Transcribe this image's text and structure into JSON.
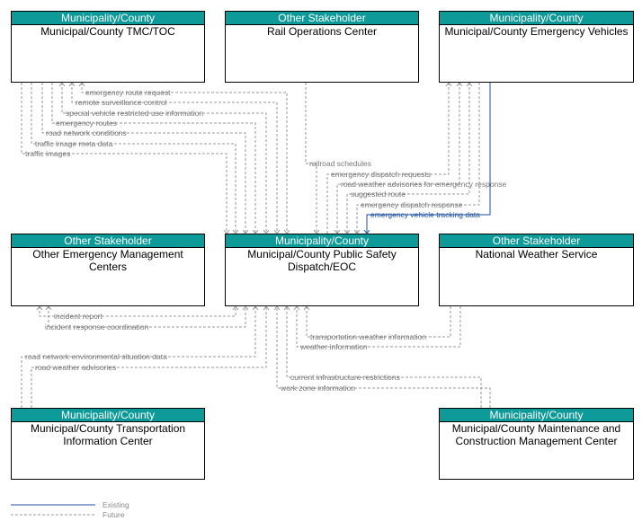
{
  "nodes": {
    "tmc": {
      "category": "Municipality/County",
      "name": "Municipal/County TMC/TOC"
    },
    "rail": {
      "category": "Other Stakeholder",
      "name": "Rail Operations Center"
    },
    "vehicles": {
      "category": "Municipality/County",
      "name": "Municipal/County Emergency Vehicles"
    },
    "emc": {
      "category": "Other Stakeholder",
      "name": "Other Emergency Management Centers"
    },
    "psap": {
      "category": "Municipality/County",
      "name": "Municipal/County Public Safety Dispatch/EOC"
    },
    "nws": {
      "category": "Other Stakeholder",
      "name": "National Weather Service"
    },
    "tic": {
      "category": "Municipality/County",
      "name": "Municipal/County Transportation Information Center"
    },
    "mcm": {
      "category": "Municipality/County",
      "name": "Municipal/County Maintenance and Construction Management Center"
    }
  },
  "flows": {
    "f01": "emergency route request",
    "f02": "remote surveillance control",
    "f03": "special vehicle restricted use information",
    "f04": "emergency routes",
    "f05": "road network conditions",
    "f06": "traffic image meta data",
    "f07": "traffic images",
    "f08": "railroad schedules",
    "f09": "emergency dispatch requests",
    "f10": "road weather advisories for emergency response",
    "f11": "suggested route",
    "f12": "emergency dispatch response",
    "f13": "emergency vehicle tracking data",
    "f14": "incident report",
    "f15": "incident response coordination",
    "f16": "transportation weather information",
    "f17": "weather information",
    "f18": "road network environmental situation data",
    "f19": "road weather advisories",
    "f20": "current infrastructure restrictions",
    "f21": "work zone information"
  },
  "legend": {
    "existing": "Existing",
    "future": "Future"
  },
  "colors": {
    "header": "#0f9a9a",
    "future": "#999999",
    "existing": "#1f4fa0"
  }
}
